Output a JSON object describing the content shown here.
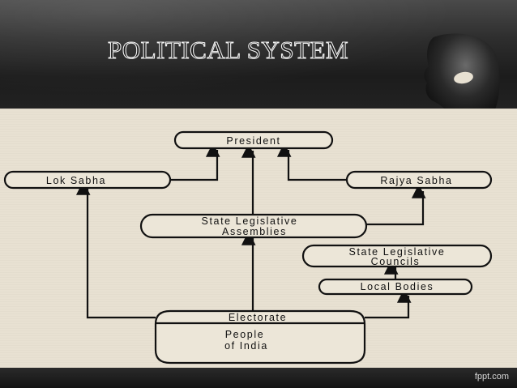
{
  "slide": {
    "title": "POLITICAL SYSTEM",
    "brand": "fppt.com"
  },
  "diagram": {
    "nodes": {
      "president": "President",
      "lok_sabha": "Lok Sabha",
      "rajya_sabha": "Rajya Sabha",
      "state_assemblies_line1": "State Legislative",
      "state_assemblies_line2": "Assemblies",
      "state_councils_line1": "State Legislative",
      "state_councils_line2": "Councils",
      "local_bodies": "Local Bodies",
      "electorate": "Electorate",
      "people_line1": "People",
      "people_line2": "of India"
    }
  }
}
